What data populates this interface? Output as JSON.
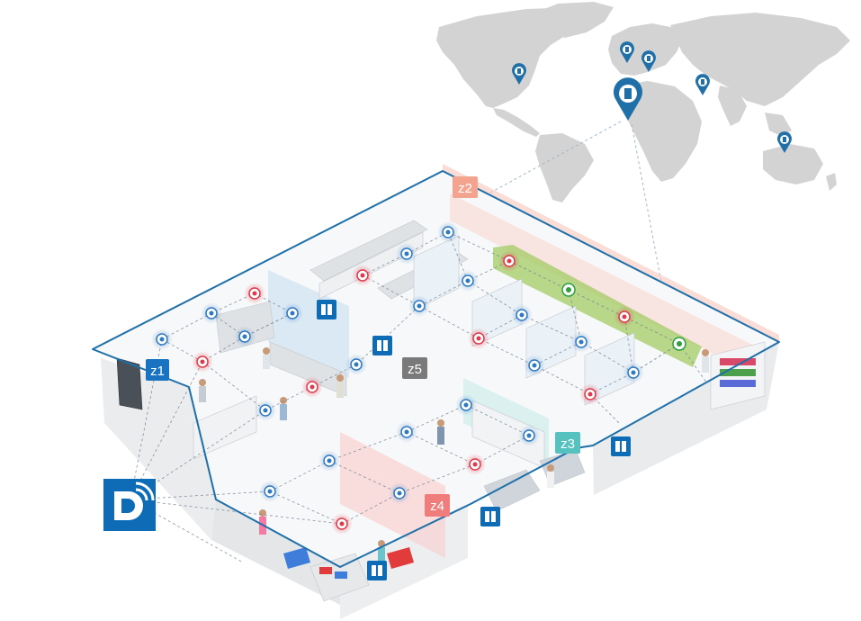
{
  "colors": {
    "outline": "#1f6fa8",
    "blue_dot": "#2e79c2",
    "red_dot": "#e0394a",
    "green_dot": "#2f9e3f",
    "map": "#d3d3d3",
    "pin": "#1f6fa8",
    "zone1": "#1a73c0",
    "zone2": "#f4a38e",
    "zone3": "#55c2c0",
    "zone4": "#f07c7c",
    "zone5": "#7a7a7a",
    "gateway": "#0e6bb5",
    "logo": "#0e6bb5"
  },
  "zones": [
    {
      "id": "z1",
      "label": "z1",
      "color_key": "zone1"
    },
    {
      "id": "z2",
      "label": "z2",
      "color_key": "zone2"
    },
    {
      "id": "z3",
      "label": "z3",
      "color_key": "zone3"
    },
    {
      "id": "z4",
      "label": "z4",
      "color_key": "zone4"
    },
    {
      "id": "z5",
      "label": "z5",
      "color_key": "zone5"
    }
  ],
  "icons": {
    "logo": "d-wireless-logo-icon",
    "map_pin": "building-pin-icon",
    "gateway": "gateway-device-icon"
  }
}
